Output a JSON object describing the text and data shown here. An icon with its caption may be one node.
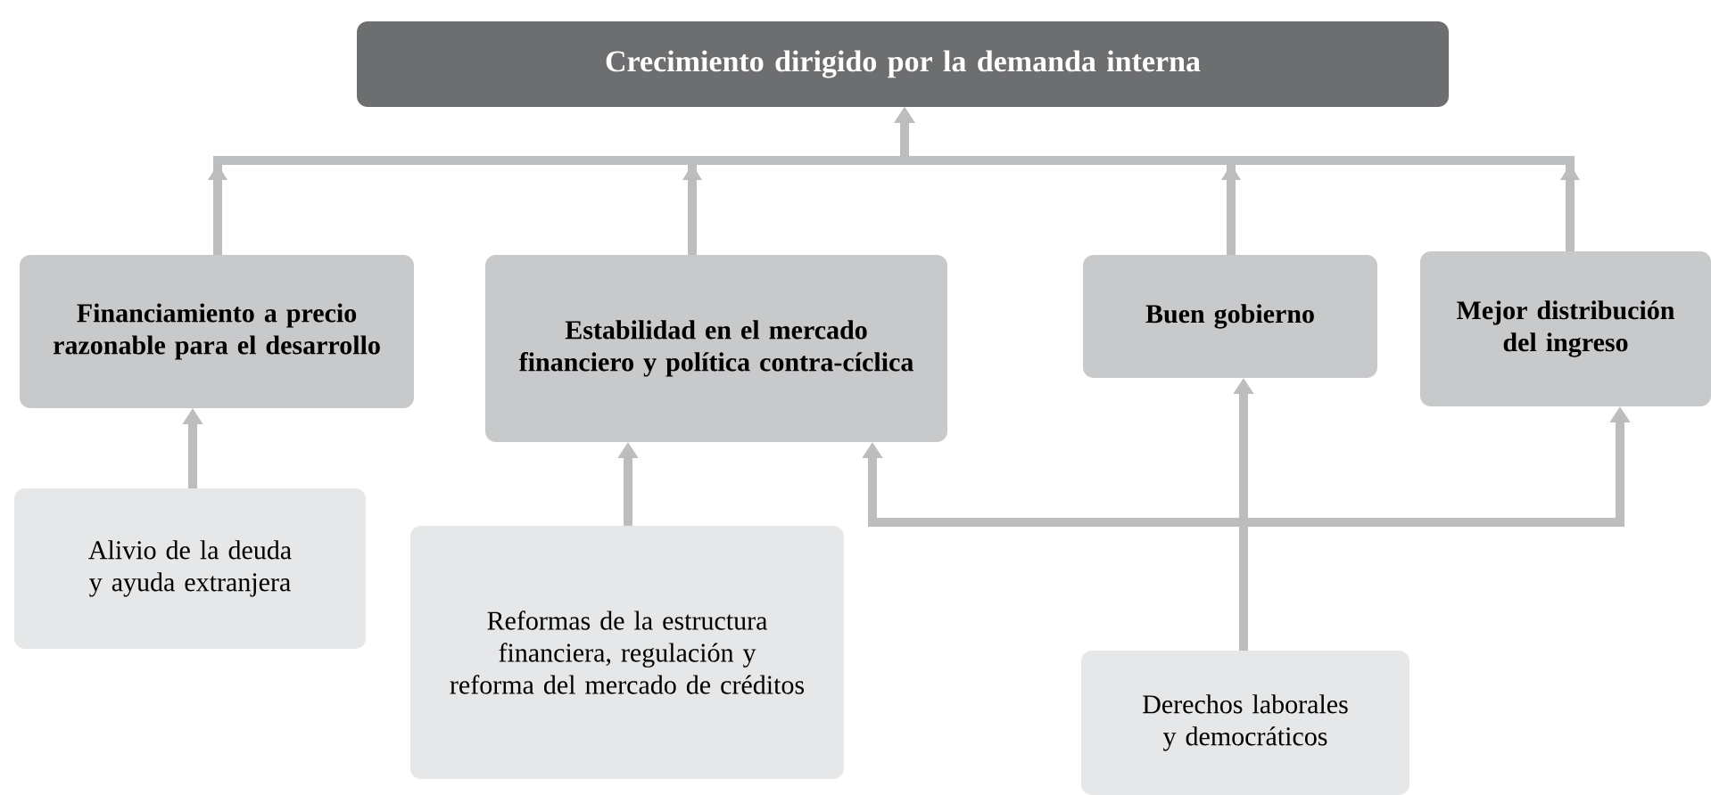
{
  "diagram": {
    "nodes": [
      {
        "text": [
          "Crecimiento dirigido por la demanda interna"
        ]
      },
      {
        "text": [
          "Financiamiento a precio razonable para el desarrollo"
        ]
      },
      {
        "text": [
          "Estabilidad en el mercado financiero y política contra-cíclica"
        ]
      },
      {
        "text": [
          "Buen gobierno"
        ]
      },
      {
        "text": [
          "Mejor distribución del ingreso"
        ]
      },
      {
        "text": [
          "Alivio de la deuda y ayuda extranjera"
        ]
      },
      {
        "text": [
          "Reformas de la estructura financiera, regulación y reforma del mercado de créditos"
        ]
      },
      {
        "text": [
          "Derechos laborales y democráticos"
        ]
      }
    ],
    "edges": [
      {
        "from": 1,
        "to": 0,
        "arrow": "to"
      },
      {
        "from": 2,
        "to": 0,
        "arrow": "to"
      },
      {
        "from": 3,
        "to": 0,
        "arrow": "to"
      },
      {
        "from": 4,
        "to": 0,
        "arrow": "to"
      },
      {
        "from": 5,
        "to": 1,
        "arrow": "to"
      },
      {
        "from": 6,
        "to": 2,
        "arrow": "to"
      },
      {
        "from": 7,
        "to": 2,
        "arrow": "to"
      },
      {
        "from": 7,
        "to": 3,
        "arrow": "to"
      },
      {
        "from": 7,
        "to": 4,
        "arrow": "to"
      }
    ]
  }
}
